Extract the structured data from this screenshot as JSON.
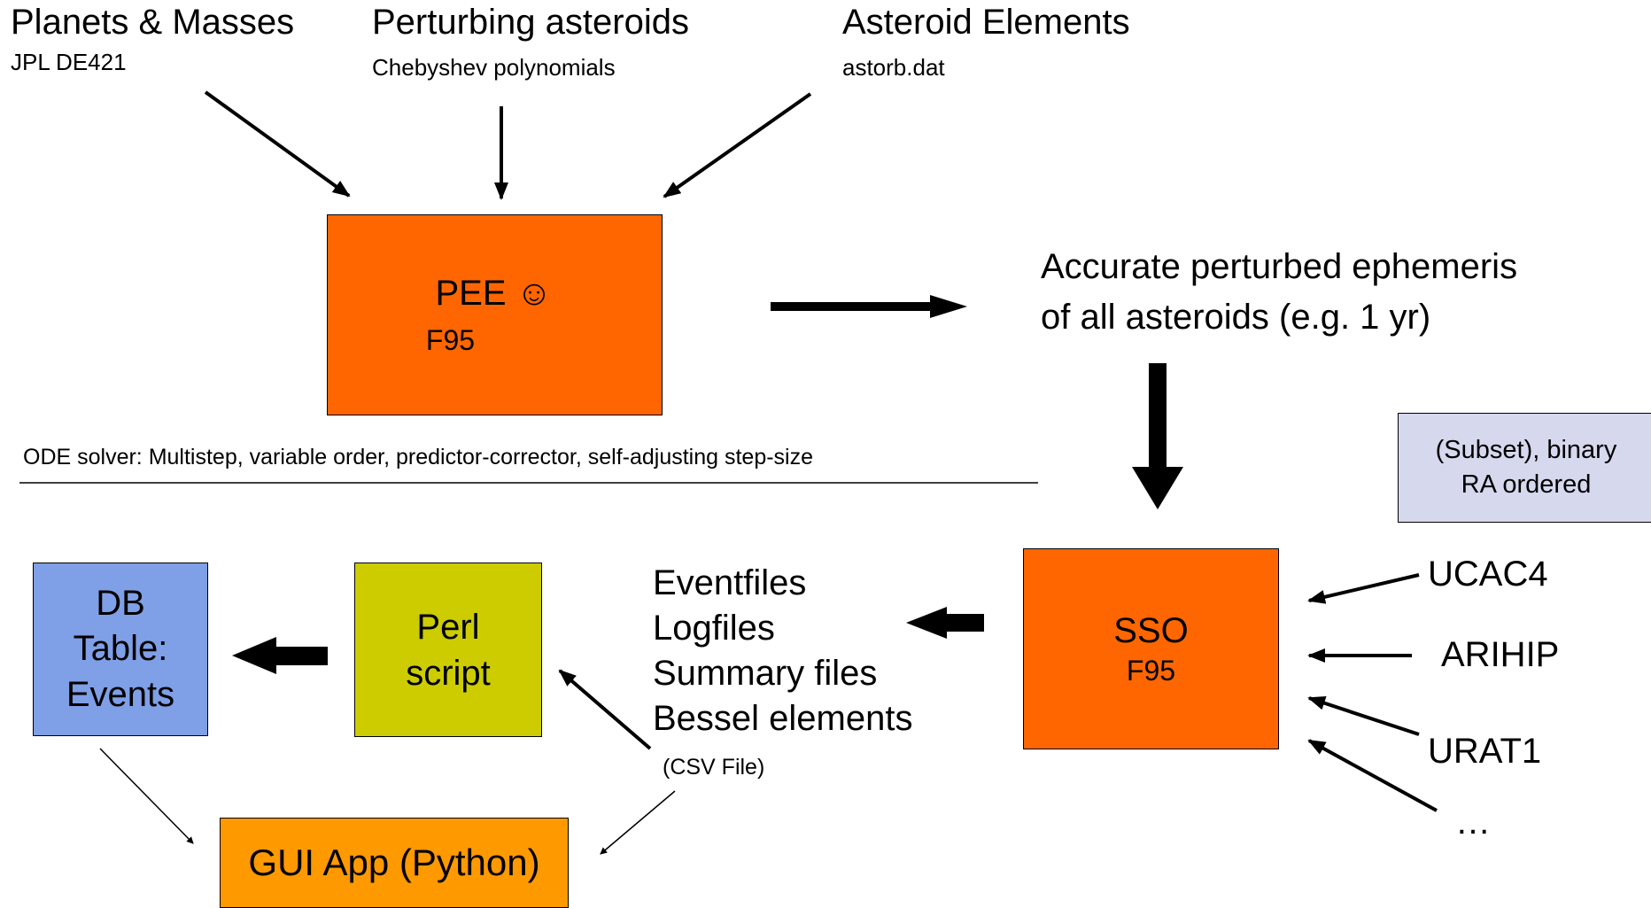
{
  "sources": {
    "planets": {
      "title": "Planets & Masses",
      "subtitle": "JPL DE421"
    },
    "perturbers": {
      "title": "Perturbing asteroids",
      "subtitle": "Chebyshev polynomials"
    },
    "elements": {
      "title": "Asteroid Elements",
      "subtitle": "astorb.dat"
    }
  },
  "pee_box": {
    "title": "PEE ☺",
    "subtitle": "F95"
  },
  "ephemeris_text": {
    "line1": "Accurate perturbed ephemeris",
    "line2": "of all asteroids (e.g. 1 yr)"
  },
  "solver_note": "ODE solver: Multistep, variable order, predictor-corrector, self-adjusting step-size",
  "catalog_note": {
    "line1": "(Subset), binary",
    "line2": "RA ordered"
  },
  "sso_box": {
    "title": "SSO",
    "subtitle": "F95"
  },
  "catalogs": [
    "UCAC4",
    "ARIHIP",
    "URAT1",
    "…"
  ],
  "outputs": {
    "items": [
      "Eventfiles",
      "Logfiles",
      "Summary files",
      "Bessel elements"
    ],
    "format": "(CSV File)"
  },
  "perl_box": {
    "line1": "Perl",
    "line2": "script"
  },
  "db_box": {
    "line1": "DB",
    "line2": "Table:",
    "line3": "Events"
  },
  "gui_box": {
    "label": "GUI App (Python)"
  },
  "colors": {
    "pee_sso": "#ff6600",
    "db": "#7f9fe6",
    "perl": "#cccc00",
    "gui": "#ff9900",
    "note_box": "#d6d8ee"
  }
}
